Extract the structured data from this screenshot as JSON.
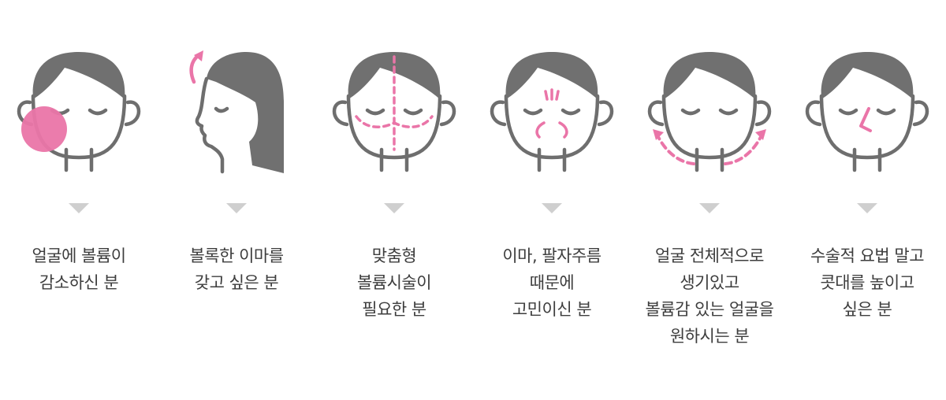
{
  "colors": {
    "outline": "#6e6e6e",
    "hair": "#707070",
    "accent": "#ea75a8",
    "pointer": "#cfcfcf",
    "text": "#3d3d3d"
  },
  "items": [
    {
      "icon": "cheek-volume-face-icon",
      "caption": "얼굴에 볼륨이\n감소하신 분"
    },
    {
      "icon": "forehead-profile-icon",
      "caption": "볼록한 이마를\n갖고 싶은 분"
    },
    {
      "icon": "custom-volume-face-icon",
      "caption": "맞춤형\n볼륨시술이\n필요한 분"
    },
    {
      "icon": "wrinkle-face-icon",
      "caption": "이마, 팔자주름\n때문에\n고민이신 분"
    },
    {
      "icon": "lifting-face-icon",
      "caption": "얼굴 전체적으로\n생기있고\n볼륨감 있는 얼굴을\n원하시는 분"
    },
    {
      "icon": "nose-face-icon",
      "caption": "수술적 요법 말고\n콧대를 높이고\n싶은 분"
    }
  ]
}
